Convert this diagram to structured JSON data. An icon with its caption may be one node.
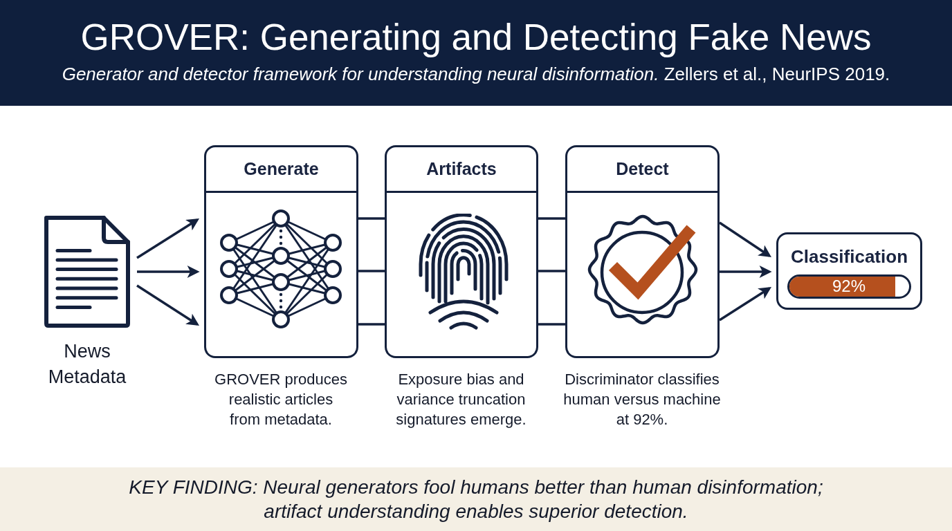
{
  "diagram": {
    "title": "GROVER: Generating and Detecting Fake News",
    "caption": "KEY FINDING: Neural generators fool humans better than human disinformation; artifact understanding enables superior detection.",
    "nodes": [
      {
        "text": [
          "News Metadata"
        ]
      },
      {
        "text": [
          "Generate"
        ],
        "beside": [
          "GROVER produces realistic articles from metadata."
        ]
      },
      {
        "text": [
          "Artifacts"
        ],
        "beside": [
          "Exposure bias and variance truncation signatures emerge."
        ]
      },
      {
        "text": [
          "Detect"
        ],
        "beside": [
          "Discriminator classifies human versus machine at 92%."
        ]
      },
      {
        "text": [
          "Classification",
          "92%"
        ]
      }
    ],
    "edges": [
      {
        "from": 0,
        "to": 1,
        "arrow": "to"
      },
      {
        "from": 0,
        "to": 1,
        "arrow": "to"
      },
      {
        "from": 0,
        "to": 1,
        "arrow": "to"
      },
      {
        "from": 1,
        "to": 2,
        "arrow": "none"
      },
      {
        "from": 1,
        "to": 2,
        "arrow": "none"
      },
      {
        "from": 1,
        "to": 2,
        "arrow": "none"
      },
      {
        "from": 2,
        "to": 3,
        "arrow": "none"
      },
      {
        "from": 2,
        "to": 3,
        "arrow": "none"
      },
      {
        "from": 2,
        "to": 3,
        "arrow": "none"
      },
      {
        "from": 3,
        "to": 4,
        "arrow": "to"
      },
      {
        "from": 3,
        "to": 4,
        "arrow": "to"
      },
      {
        "from": 3,
        "to": 4,
        "arrow": "to"
      }
    ],
    "labels": [
      "*Generator and detector framework for understanding neural disinformation.* Zellers et al., NeurIPS 2019."
    ]
  }
}
